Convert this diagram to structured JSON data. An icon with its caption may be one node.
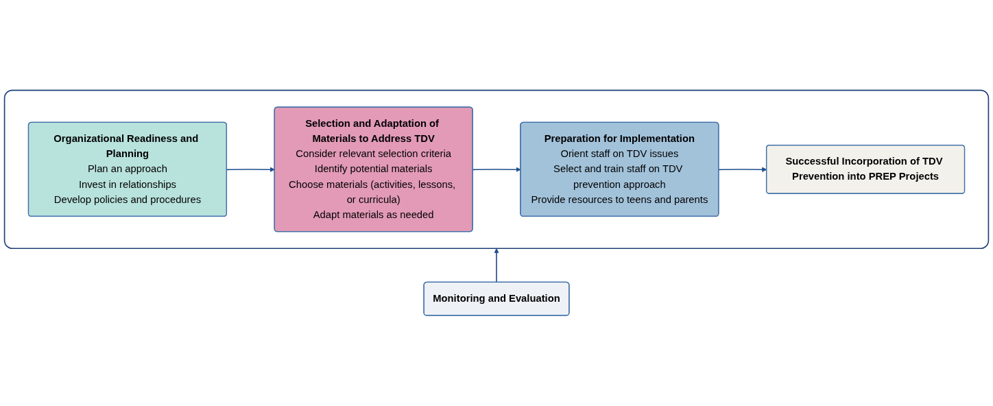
{
  "diagram": {
    "nodes": [
      {
        "text": [],
        "shape": "bracket"
      },
      {
        "text": [
          "Organizational Readiness and Planning",
          "Plan an approach",
          "Invest in relationships",
          "Develop policies and procedures"
        ],
        "in": 0
      },
      {
        "text": [
          "Selection and Adaptation of Materials to Address TDV",
          "Consider relevant selection criteria",
          "Identify potential materials",
          "Choose materials (activities, lessons, or curricula)",
          "Adapt materials as needed"
        ],
        "in": 0
      },
      {
        "text": [
          "Preparation for Implementation",
          "Orient staff on TDV issues",
          "Select and train staff on TDV prevention approach",
          "Provide resources to teens and parents"
        ],
        "in": 0
      },
      {
        "text": [
          "Successful Incorporation of TDV Prevention into PREP Projects"
        ],
        "in": 0
      },
      {
        "text": [
          "Monitoring and Evaluation"
        ]
      }
    ],
    "edges": [
      {
        "from": 1,
        "to": 2,
        "arrow": "to"
      },
      {
        "from": 2,
        "to": 3,
        "arrow": "to"
      },
      {
        "from": 3,
        "to": 4,
        "arrow": "to"
      },
      {
        "from": 5,
        "to": 0,
        "arrow": "to"
      }
    ]
  }
}
